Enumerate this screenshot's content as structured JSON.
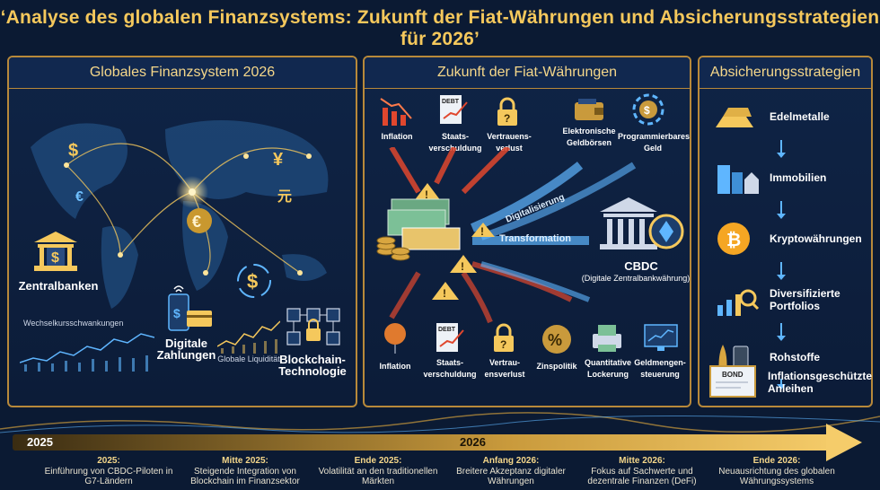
{
  "title": "‘Analyse des globalen Finanzsystems: Zukunft der Fiat-Währungen und Absicherungsstrategien für 2026’",
  "panel1": {
    "title": "Globales Finanzsystem 2026",
    "zentralbanken": "Zentralbanken",
    "wechselkurs": "Wechselkursschwankungen",
    "digitale": "Digitale Zahlungen",
    "liquiditaet": "Globale Liquidität",
    "blockchain": "Blockchain-Technologie"
  },
  "panel2": {
    "title": "Zukunft der Fiat-Währungen",
    "top": [
      "Inflation",
      "Staats-verschuldung",
      "Vertrauens-verlust",
      "Elektronische Geldbörsen",
      "Programmierbares Geld"
    ],
    "digitalisierung": "Digitalisierung",
    "transformation": "Transformation",
    "cbdc": "CBDC",
    "cbdc_sub": "(Digitale Zentralbankwährung)",
    "bottom": [
      "Inflation",
      "Staats-verschuldung",
      "Vertrau-ensverlust",
      "Zinspolitik",
      "Quantitative Lockerung",
      "Geldmengen-steuerung"
    ],
    "debt": "DEBT"
  },
  "panel3": {
    "title": "Absicherungsstrategien",
    "items": [
      "Edelmetalle",
      "Immobilien",
      "Kryptowährungen",
      "Diversifizierte Portfolios",
      "Rohstoffe",
      "Inflationsgeschützte Anleihen"
    ],
    "bond": "BOND"
  },
  "timeline": {
    "y2025": "2025",
    "y2026": "2026",
    "events": [
      {
        "when": "2025:",
        "text": "Einführung von CBDC-Piloten in G7-Ländern"
      },
      {
        "when": "Mitte 2025:",
        "text": "Steigende Integration von Blockchain im Finanzsektor"
      },
      {
        "when": "Ende 2025:",
        "text": "Volatilität an den traditionellen Märkten"
      },
      {
        "when": "Anfang 2026:",
        "text": "Breitere Akzeptanz digitaler Währungen"
      },
      {
        "when": "Mitte 2026:",
        "text": "Fokus auf Sachwerte und dezentrale Finanzen (DeFi)"
      },
      {
        "when": "Ende 2026:",
        "text": "Neuausrichtung des globalen Währungssystems"
      }
    ]
  },
  "colors": {
    "gold": "#f5c85c",
    "navy": "#0b1a33",
    "accent_blue": "#5fb6ff",
    "warn": "#e0472e"
  }
}
